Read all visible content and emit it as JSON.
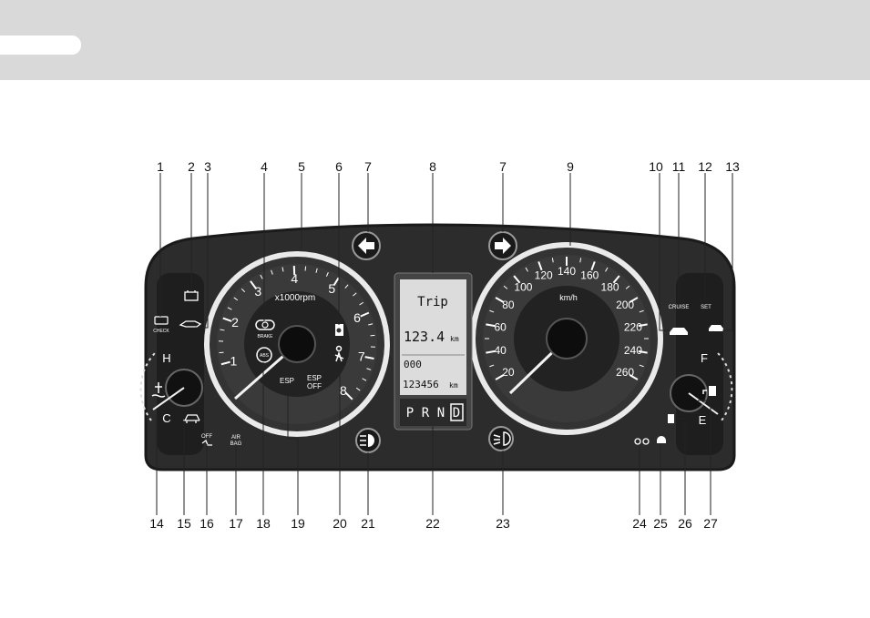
{
  "callouts": {
    "top": [
      "1",
      "2",
      "3",
      "4",
      "5",
      "6",
      "7",
      "8",
      "7",
      "9",
      "10",
      "11",
      "12",
      "13"
    ],
    "bottom": [
      "14",
      "15",
      "16",
      "17",
      "18",
      "19",
      "20",
      "21",
      "22",
      "23",
      "24",
      "25",
      "26",
      "27"
    ]
  },
  "tachometer": {
    "unit_label": "x1000rpm",
    "scale": [
      "1",
      "2",
      "3",
      "4",
      "5",
      "6",
      "7",
      "8"
    ],
    "brake_label": "BRAKE",
    "abs_label": "ABS"
  },
  "speedometer": {
    "unit_label": "km/h",
    "scale": [
      "20",
      "40",
      "60",
      "80",
      "100",
      "120",
      "140",
      "160",
      "180",
      "200",
      "220",
      "240",
      "260"
    ]
  },
  "temp_gauge": {
    "hot": "H",
    "cold": "C"
  },
  "fuel_gauge": {
    "full": "F",
    "empty": "E"
  },
  "lcd": {
    "trip_label": "Trip",
    "trip_value": "123.4",
    "trip_unit": "km",
    "line3": "000",
    "odometer": "123456",
    "odometer_unit": "km",
    "gears": [
      "P",
      "R",
      "N",
      "D"
    ],
    "active_gear": "D"
  },
  "indicators": {
    "check": "CHECK",
    "esp": "ESP",
    "esp_off_1": "ESP",
    "esp_off_2": "OFF",
    "seat_off": "OFF",
    "airbag_1": "AIR",
    "airbag_2": "BAG",
    "cruise": "CRUISE",
    "set": "SET"
  }
}
